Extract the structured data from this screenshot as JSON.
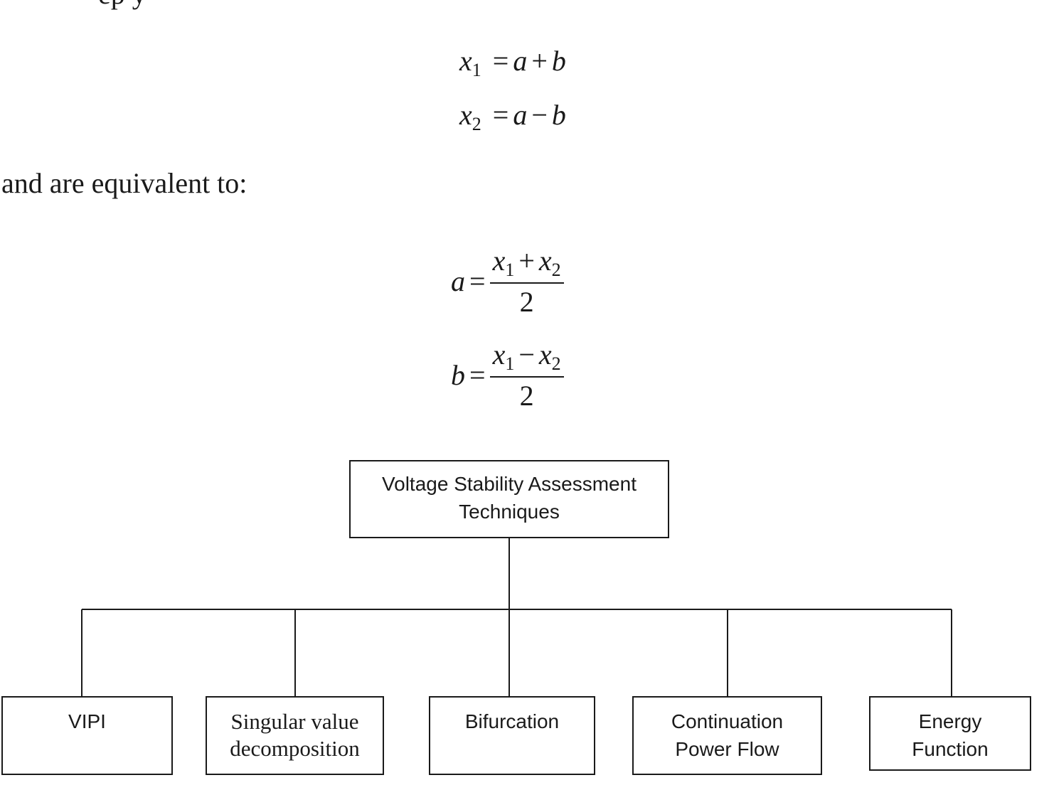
{
  "document": {
    "top_fragment": "ep        y",
    "equations": {
      "x1": {
        "var": "x",
        "sub": "1",
        "eq": "=",
        "a": "a",
        "op": "+",
        "b": "b"
      },
      "x2": {
        "var": "x",
        "sub": "2",
        "eq": "=",
        "a": "a",
        "op": "−",
        "b": "b"
      }
    },
    "paragraph": "and are equivalent to:",
    "fractions": {
      "a": {
        "lhs": "a",
        "eq": "=",
        "n1": "x",
        "n1sub": "1",
        "op": "+",
        "n2": "x",
        "n2sub": "2",
        "den": "2"
      },
      "b": {
        "lhs": "b",
        "eq": "=",
        "n1": "x",
        "n1sub": "1",
        "op": "−",
        "n2": "x",
        "n2sub": "2",
        "den": "2"
      }
    }
  },
  "diagram": {
    "root": {
      "line1": "Voltage Stability Assessment",
      "line2": "Techniques"
    },
    "children": [
      {
        "line1": "VIPI",
        "line2": ""
      },
      {
        "line1": "Singular value",
        "line2": "decomposition"
      },
      {
        "line1": "Bifurcation",
        "line2": ""
      },
      {
        "line1": "Continuation",
        "line2": "Power Flow"
      },
      {
        "line1": "Energy",
        "line2": "Function"
      }
    ]
  }
}
